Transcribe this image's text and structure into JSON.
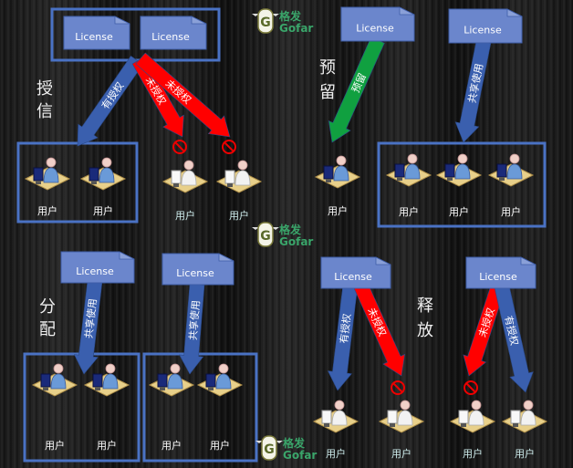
{
  "license_label": "License",
  "user_label": "用户",
  "logo": {
    "chinese": "格发",
    "english": "Gofar",
    "letter": "G"
  },
  "sections": {
    "grant": {
      "title": [
        "授",
        "信"
      ],
      "arrows": {
        "authorized": "有授权",
        "unauthorized_1": "未授权",
        "unauthorized_2": "未授权"
      }
    },
    "reserve": {
      "title": [
        "预",
        "留"
      ],
      "arrow": "预留"
    },
    "share": {
      "arrow": "共享使用"
    },
    "allocate": {
      "title": [
        "分",
        "配"
      ],
      "arrow_1": "共享使用",
      "arrow_2": "共享使用"
    },
    "release": {
      "title": [
        "释",
        "放"
      ],
      "left": {
        "authorized": "有授权",
        "unauthorized": "未授权"
      },
      "right": {
        "authorized": "有授权",
        "unauthorized": "未授权"
      }
    }
  },
  "colors": {
    "blue": "#3a5fae",
    "red": "#ff0000",
    "green": "#10a040",
    "doc": "#6b86cc",
    "box": "#4a72c4",
    "logo": "#3aa56a"
  }
}
